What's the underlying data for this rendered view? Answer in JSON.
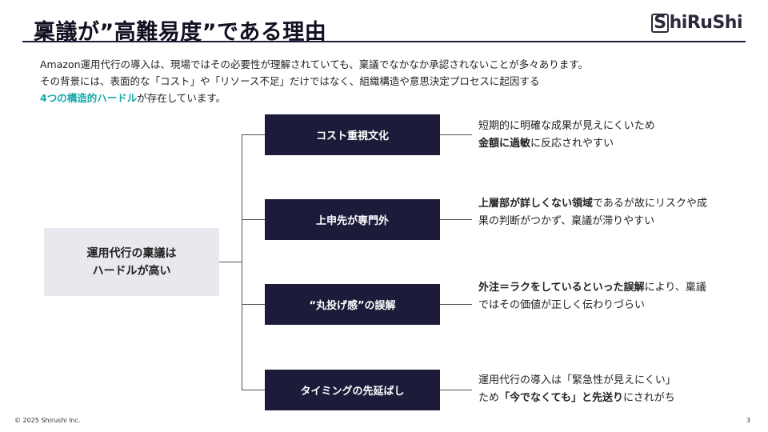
{
  "header": {
    "title": "稟議が”高難易度”である理由",
    "logo_text": "hiRuShi",
    "logo_mark": "S"
  },
  "intro": {
    "line1": "Amazon運用代行の導入は、現場ではその必要性が理解されていても、稟議でなかなか承認されないことが多々あります。",
    "line2": "その背景には、表面的な「コスト」や「リソース不足」だけではなく、組織構造や意思決定プロセスに起因する",
    "line3_accent": "4つの構造的ハードル",
    "line3_rest": "が存在しています。"
  },
  "root": {
    "line1": "運用代行の稟議は",
    "line2": "ハードルが高い"
  },
  "nodes": [
    {
      "label": "コスト重視文化",
      "desc_line1": "短期的に明確な成果が見えにくいため",
      "desc_bold": "金額に過敏",
      "desc_rest": "に反応されやすい"
    },
    {
      "label": "上申先が専門外",
      "desc_bold": "上層部が詳しくない領域",
      "desc_rest": "であるが故にリスクや成果の判断がつかず、稟議が滞りやすい"
    },
    {
      "label": "“丸投げ感”の誤解",
      "desc_bold": "外注＝ラクをしているといった誤解",
      "desc_rest": "により、稟議ではその価値が正しく伝わりづらい"
    },
    {
      "label": "タイミングの先延ばし",
      "desc_line1": "運用代行の導入は「緊急性が見えにくい」",
      "desc_pre": "ため",
      "desc_bold": "「今でなくても」と先送り",
      "desc_rest": "にされがち"
    }
  ],
  "footer": {
    "copyright": "© 2025 Shirushi Inc.",
    "page": "3"
  }
}
